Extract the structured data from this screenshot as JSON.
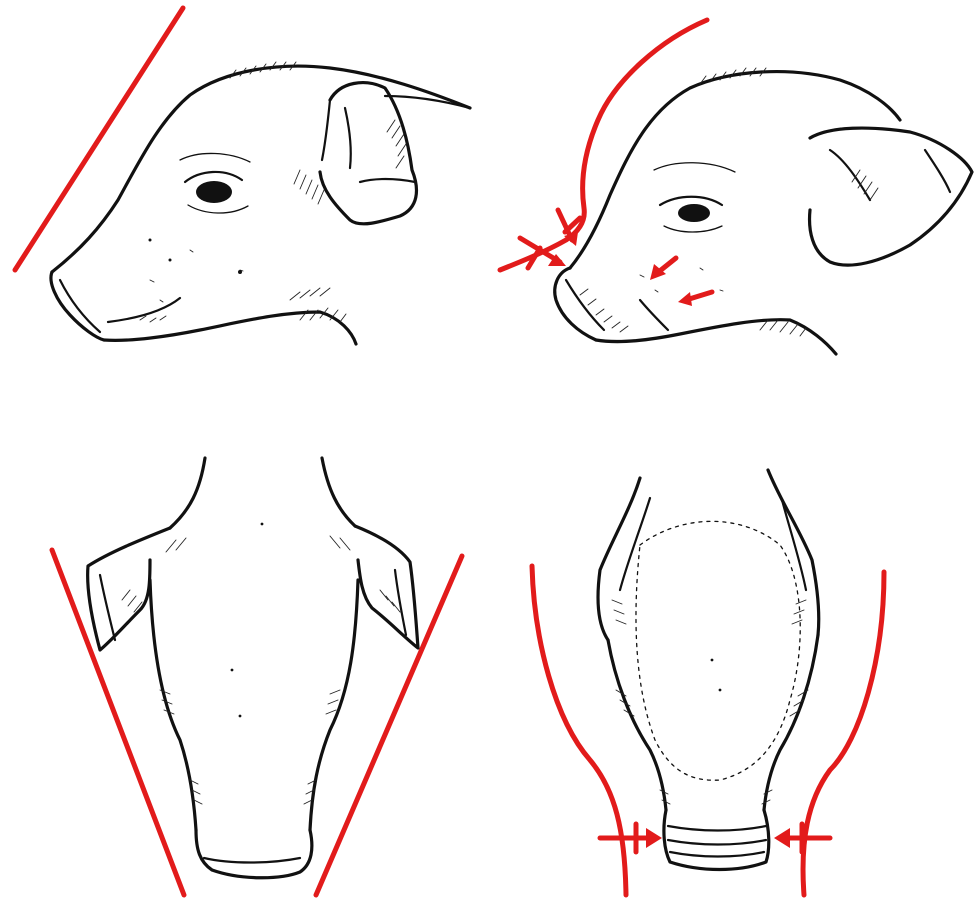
{
  "figure": {
    "panels": [
      {
        "id": "side-view-piglet-normal",
        "guide": "straight-line"
      },
      {
        "id": "side-view-piglet-affected",
        "guide": "curved-line-with-arrows"
      },
      {
        "id": "front-view-piglet-normal",
        "guide": "straight-v-lines"
      },
      {
        "id": "front-view-piglet-affected",
        "guide": "curved-lines-with-arrows"
      }
    ],
    "colors": {
      "guide_line": "#e21b1b",
      "ink": "#111111",
      "background": "#ffffff"
    }
  }
}
